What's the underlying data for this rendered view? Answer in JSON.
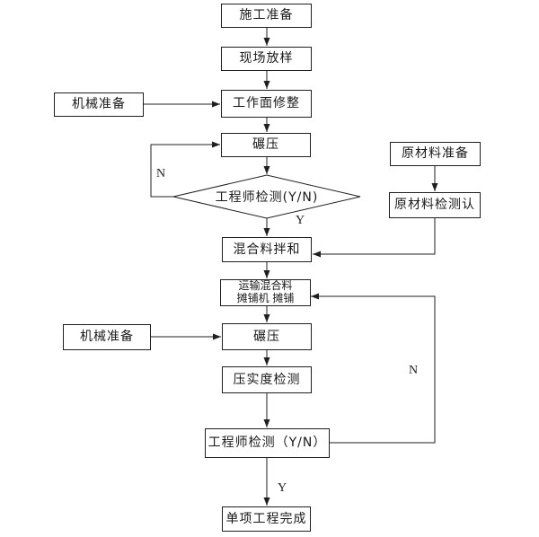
{
  "flowchart": {
    "background_color": "#ffffff",
    "line_color": "#1f1f1f",
    "nodes": {
      "construction_prep": "施工准备",
      "site_setout": "现场放样",
      "machine_prep_top": "机械准备",
      "work_surface_trim": "工作面修整",
      "rolling_top": "碾压",
      "engineer_check_top": "工程师检测(Y/N)",
      "raw_material_prep": "原材料准备",
      "raw_material_check": "原材料检测认",
      "mix_blending": "混合料拌和",
      "transport_line1": "运输混合料",
      "transport_line2": "摊铺机 摊铺",
      "machine_prep_mid": "机械准备",
      "rolling_mid": "碾压",
      "compaction_test": "压实度检测",
      "engineer_check_bottom": "工程师检测（Y/N）",
      "project_complete": "单项工程完成"
    },
    "edge_labels": {
      "no_top": "N",
      "yes_top": "Y",
      "no_right": "N",
      "yes_bottom": "Y"
    },
    "edges": [
      "construction_prep -> site_setout",
      "site_setout -> work_surface_trim",
      "machine_prep_top -> work_surface_trim",
      "work_surface_trim -> rolling_top",
      "rolling_top -> engineer_check_top",
      "engineer_check_top -N-> rolling_top",
      "engineer_check_top -Y-> mix_blending",
      "raw_material_prep -> raw_material_check",
      "raw_material_check -> mix_blending",
      "mix_blending -> transport_paving",
      "transport_paving -> rolling_mid",
      "machine_prep_mid -> rolling_mid",
      "rolling_mid -> compaction_test",
      "compaction_test -> engineer_check_bottom",
      "engineer_check_bottom -N-> transport_paving",
      "engineer_check_bottom -Y-> project_complete"
    ]
  }
}
